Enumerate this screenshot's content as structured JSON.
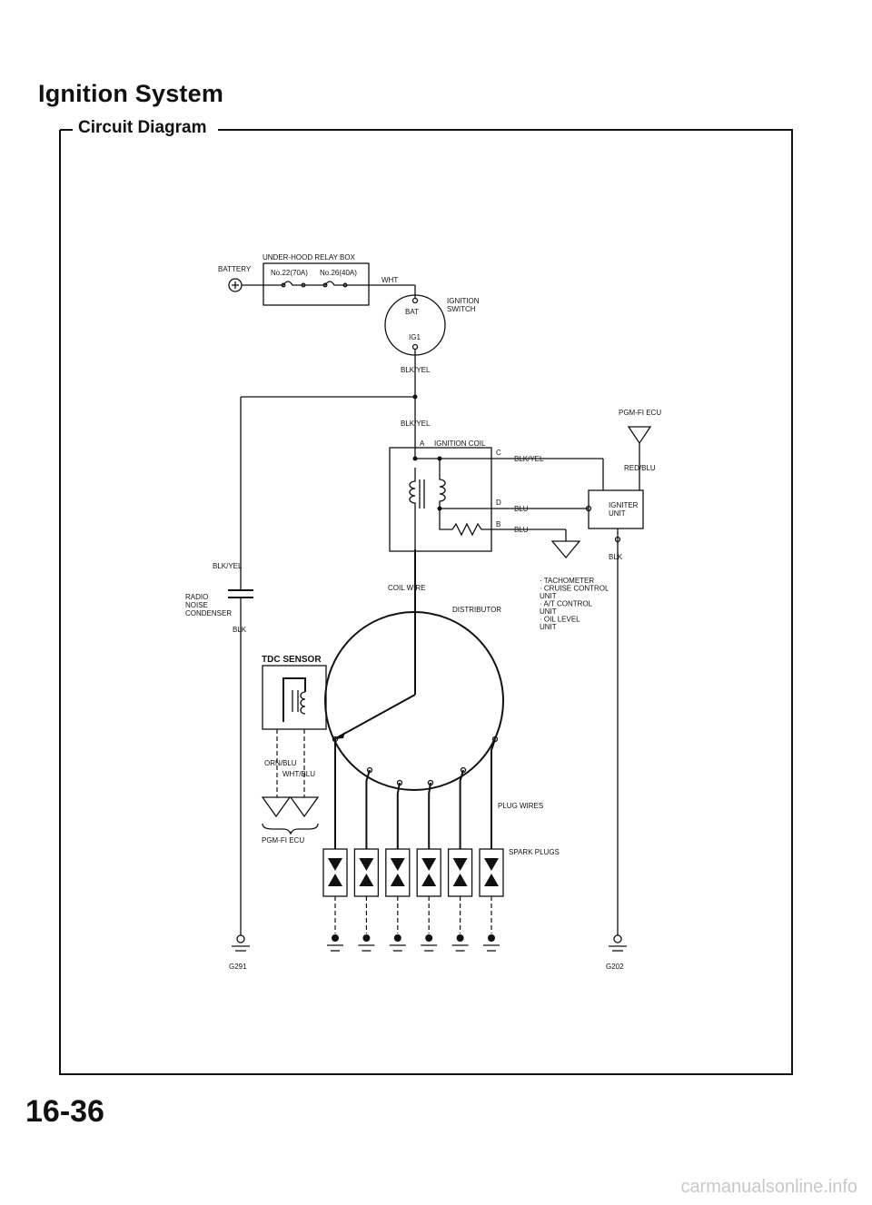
{
  "page": {
    "title": "Ignition System",
    "section": "Circuit Diagram",
    "page_number": "16-36",
    "watermark": "carmanualsonline.info"
  },
  "labels": {
    "battery": "BATTERY",
    "relay_box": "UNDER-HOOD RELAY BOX",
    "fuse_1": "No.22(70A)",
    "fuse_2": "No.26(40A)",
    "wht": "WHT",
    "bat": "BAT",
    "ignition_switch_1": "IGNITION",
    "ignition_switch_2": "SWITCH",
    "ig1": "IG1",
    "blk_yel_1": "BLK/YEL",
    "blk_yel_2": "BLK/YEL",
    "blk_yel_3": "BLK/YEL",
    "blk_yel_4": "BLK/YEL",
    "pin_a": "A",
    "ignition_coil": "IGNITION COIL",
    "pin_c": "C",
    "pin_d": "D",
    "pin_b": "B",
    "blu_1": "BLU",
    "blu_2": "BLU",
    "pgm_fi_ecu_top": "PGM-FI ECU",
    "red_blu": "RED/BLU",
    "igniter_1": "IGNITER",
    "igniter_2": "UNIT",
    "blk_igniter": "BLK",
    "radio_1": "RADIO",
    "radio_2": "NOISE",
    "radio_3": "CONDENSER",
    "blk_condenser": "BLK",
    "coil_wire": "COIL WIRE",
    "distributor": "DISTRIBUTOR",
    "tach_list": [
      "· TACHOMETER",
      "· CRUISE CONTROL",
      "  UNIT",
      "· A/T CONTROL",
      "  UNIT",
      "· OIL LEVEL",
      "  UNIT"
    ],
    "tdc_sensor": "TDC SENSOR",
    "orn_blu": "ORN/BLU",
    "wht_blu": "WHT/BLU",
    "pgm_fi_ecu_bottom": "PGM-FI ECU",
    "plug_wires": "PLUG WIRES",
    "spark_plugs": "SPARK PLUGS",
    "g291": "G291",
    "g202": "G202"
  },
  "spark_plug_count": 6
}
